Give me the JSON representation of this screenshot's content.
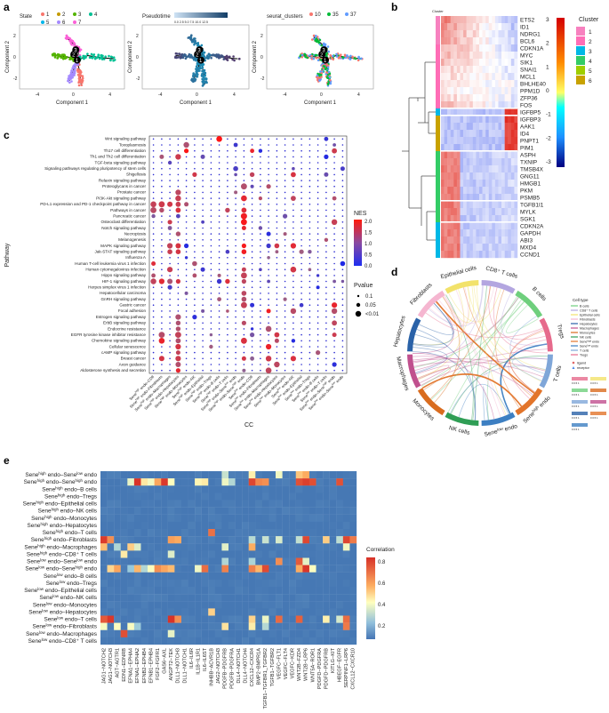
{
  "panels": {
    "a": {
      "letter": "a",
      "trajectory": [
        {
          "legend_title": "State",
          "legend": [
            "1",
            "2",
            "3",
            "4",
            "5",
            "6",
            "7"
          ],
          "colors": [
            "#f8766d",
            "#c49a00",
            "#53b400",
            "#00c094",
            "#00b6eb",
            "#a58aff",
            "#fb61d7"
          ],
          "xlabel": "Component 1",
          "ylabel": "Component 2",
          "xticks": [
            "-4",
            "0",
            "4"
          ],
          "yticks": [
            "2",
            "0",
            "-2"
          ]
        },
        {
          "legend_title": "Pseudotime",
          "legend_ticks": "0.0 2.5 5.0 7.5 10.0 12.5",
          "xlabel": "Component 1",
          "ylabel": "Component 2",
          "xticks": [
            "-4",
            "0",
            "4"
          ],
          "yticks": [
            "2",
            "0",
            "-2"
          ]
        },
        {
          "legend_title": "seurat_clusters",
          "legend": [
            "10",
            "35",
            "37"
          ],
          "colors": [
            "#f8766d",
            "#00ba38",
            "#619cff"
          ],
          "xlabel": "Component 1",
          "ylabel": "Component 2",
          "xticks": [
            "-4",
            "0",
            "4"
          ],
          "yticks": [
            "2",
            "0",
            "-2"
          ]
        }
      ],
      "branch_nodes": [
        "1",
        "2",
        "3"
      ]
    },
    "b": {
      "letter": "b",
      "cluster_label": "Cluster",
      "genes": [
        "ETS2",
        "ID1",
        "NDRG1",
        "BCL6",
        "CDKN1A",
        "MYC",
        "SIK1",
        "SNAI1",
        "MCL1",
        "BHLHE40",
        "PPM1D",
        "ZFP36",
        "FOS",
        "IGFBP5",
        "IGFBP3",
        "AAK1",
        "ID4",
        "PNPT1",
        "PIM1",
        "ASPH",
        "TXNIP",
        "TMSB4X",
        "GNG11",
        "HMGB1",
        "PKM",
        "PSMB5",
        "TGFB1I1",
        "MYLK",
        "SGK1",
        "CDKN2A",
        "GAPDH",
        "ABI3",
        "MXD4",
        "CCND1"
      ],
      "colorbar_ticks": [
        "3",
        "2",
        "1",
        "0",
        "-1",
        "-2",
        "-3"
      ],
      "legend_title": "Cluster",
      "clusters": [
        "1",
        "2",
        "3",
        "4",
        "5",
        "6"
      ],
      "cluster_colors": [
        "#f781bf",
        "#ff6db6",
        "#00b8e6",
        "#33cc66",
        "#9fce00",
        "#c8a200"
      ]
    },
    "c": {
      "letter": "c",
      "ylabel": "Pathway",
      "xlabel": "CC",
      "pathways": [
        "Wnt signaling pathway",
        "Toxoplasmosis",
        "Th17 cell differentiation",
        "Th1 and Th2 cell differentiation",
        "TGF-beta signaling pathway",
        "Signaling pathways regulating pluripotency of stem cells",
        "Shigellosis",
        "Relaxin signaling pathway",
        "Proteoglycans in cancer",
        "Prostate cancer",
        "PI3K-Akt signaling pathway",
        "PD-L1 expression and PD-1 checkpoint pathway in cancer",
        "Pathways in cancer",
        "Pancreatic cancer",
        "Osteoclast differentiation",
        "Notch signaling pathway",
        "Necroptosis",
        "Melanogenesis",
        "MAPK signaling pathway",
        "Jak-STAT signaling pathway",
        "Influenza A",
        "Human T-cell leukemia virus 1 infection",
        "Human cytomegalovirus infection",
        "Hippo signaling pathway",
        "HIF-1 signaling pathway",
        "Herpes simplex virus 1 infection",
        "Hepatocellular carcinoma",
        "GnRH signaling pathway",
        "Gastric cancer",
        "Focal adhesion",
        "Estrogen signaling pathway",
        "ErbB signaling pathway",
        "Endocrine resistance",
        "EGFR tyrosine kinase inhibitor resistance",
        "Chemokine signaling pathway",
        "Cellular senescence",
        "cAMP signaling pathway",
        "Breast cancer",
        "Axon guidance",
        "Aldosterone synthesis and secretion"
      ],
      "cc": [
        "Sene^high endo–CD8",
        "Sene^high endo–Fibroblasts",
        "Sene^high endo–Macrophages",
        "Sene^high endo–Hepatocytes",
        "Sene^high endo–Monocytes",
        "Sene^high endo–NK",
        "Sene^high endo–Epithelial",
        "Sene^high endo–Tregs",
        "Sene^high endo–B cells",
        "Sene^high endo–T cells",
        "Sene^high endo–Sene^low endo",
        "Sene^high endo–Sene^high endo",
        "Sene^low endo–CD8",
        "Sene^low endo–Fibroblasts",
        "Sene^low endo–Macrophages",
        "Sene^low endo–Hepatocytes",
        "Sene^low endo–Monocytes",
        "Sene^low endo–NK",
        "Sene^low endo–Epithelial",
        "Sene^low endo–Tregs",
        "Sene^low endo–B cells",
        "Sene^low endo–T cells",
        "Sene^low endo–Sene^high endo",
        "Sene^low endo–Sene^low endo"
      ],
      "nes_title": "NES",
      "nes_ticks": [
        "2.0",
        "1.5",
        "1.0",
        "0.5",
        "0.0"
      ],
      "pvalue_title": "Pvalue",
      "pvalue_labels": [
        "0.1",
        "0.05",
        "<0.01"
      ]
    },
    "d": {
      "letter": "d",
      "sectors": [
        {
          "name": "Fibroblasts",
          "color": "#f5b6d0"
        },
        {
          "name": "Epithelial cells",
          "color": "#f2e26a"
        },
        {
          "name": "CD8⁺ T cells",
          "color": "#b3a6e0"
        },
        {
          "name": "B cells",
          "color": "#6fcf7d"
        },
        {
          "name": "Tregs",
          "color": "#e66a8c"
        },
        {
          "name": "T cells",
          "color": "#7fa6d8"
        },
        {
          "name": "Sene^high endo",
          "color": "#e2742a"
        },
        {
          "name": "Sene^low endo",
          "color": "#3d7fc2"
        },
        {
          "name": "NK cells",
          "color": "#2f9e55"
        },
        {
          "name": "Monocytes",
          "color": "#d96c1f"
        },
        {
          "name": "Macrophages",
          "color": "#c0508e"
        },
        {
          "name": "Hepatocytes",
          "color": "#2a62a8"
        }
      ],
      "legend_title": "Cell type",
      "legend_items": [
        "B cells",
        "CD8⁺ T cells",
        "Epithelial cells",
        "Fibroblasts",
        "Hepatocytes",
        "Macrophages",
        "Monocytes",
        "NK cells",
        "Sene^high endo",
        "Sene^low endo",
        "T cells",
        "Tregs"
      ],
      "ligand_label": "ligand",
      "receptor_label": "receptor"
    },
    "e": {
      "letter": "e",
      "rows": [
        "Sene^high endo–Sene^low endo",
        "Sene^high endo–Sene^high endo",
        "Sene^high endo–B cells",
        "Sene^high endo–Tregs",
        "Sene^high endo–Epithelial cells",
        "Sene^high endo–NK cells",
        "Sene^high endo–Monocytes",
        "Sene^high endo–Hepatocytes",
        "Sene^high endo–T cells",
        "Sene^high endo–Fibroblasts",
        "Sene^high endo–Macrophages",
        "Sene^high endo–CD8⁺ T cells",
        "Sene^low endo–Sene^low endo",
        "Sene^low endo–Sene^high endo",
        "Sene^low endo–B cells",
        "Sene^low endo–Tregs",
        "Sene^low endo–Epithelial cells",
        "Sene^low endo–NK cells",
        "Sene^low endo–Monocytes",
        "Sene^low endo–Hepatocytes",
        "Sene^low endo–T cells",
        "Sene^low endo–Fibroblasts",
        "Sene^low endo–Macrophages",
        "Sene^low endo–CD8⁺ T cells"
      ],
      "cols": [
        "JAG1−NOTCH2",
        "JAG1−NOTCH3",
        "AGT−AGTR1",
        "EDN1−EDNRB",
        "EFNA1−EPHA4",
        "EFNA1−EPHA2",
        "EFNB2−EPHB4",
        "EFNB1−EPHB4",
        "FGF2−FGFR1",
        "GAS6−AXL",
        "ANGPT2−TEK",
        "DLL1−NOTCH3",
        "DLL1−NOTCH1",
        "IL6−IL6R",
        "IL1B−IL1R1",
        "IL6−IL6ST",
        "INHBB−ACVR1B",
        "JAG2−NOTCH3",
        "PDGFB−PDGFRB",
        "PDGFB−PDGFRA",
        "DLL4−NOTCH1",
        "DLL4−NOTCH4",
        "CXCL12−CXCR4",
        "BMP2−BMPR1A",
        "TGFB1−TGFBR1_TGFBR2",
        "TGFB1−TGFBR2",
        "VEGFC−FLT1",
        "VEGFC−FLT4",
        "VEGFC−KDR",
        "WNT2B−FZD4",
        "WNT2B−LRP6",
        "WNT5A−ROR1",
        "PDGFD−PDGFRA",
        "PDGFD−PDGFRB",
        "KITLG−KIT",
        "HBEGF−EGFR",
        "SERPINF1−LRP6",
        "CXCL12−CXCR10"
      ],
      "legend_title": "Correlation",
      "legend_ticks": [
        "0.8",
        "0.6",
        "0.4",
        "0.2"
      ]
    }
  }
}
